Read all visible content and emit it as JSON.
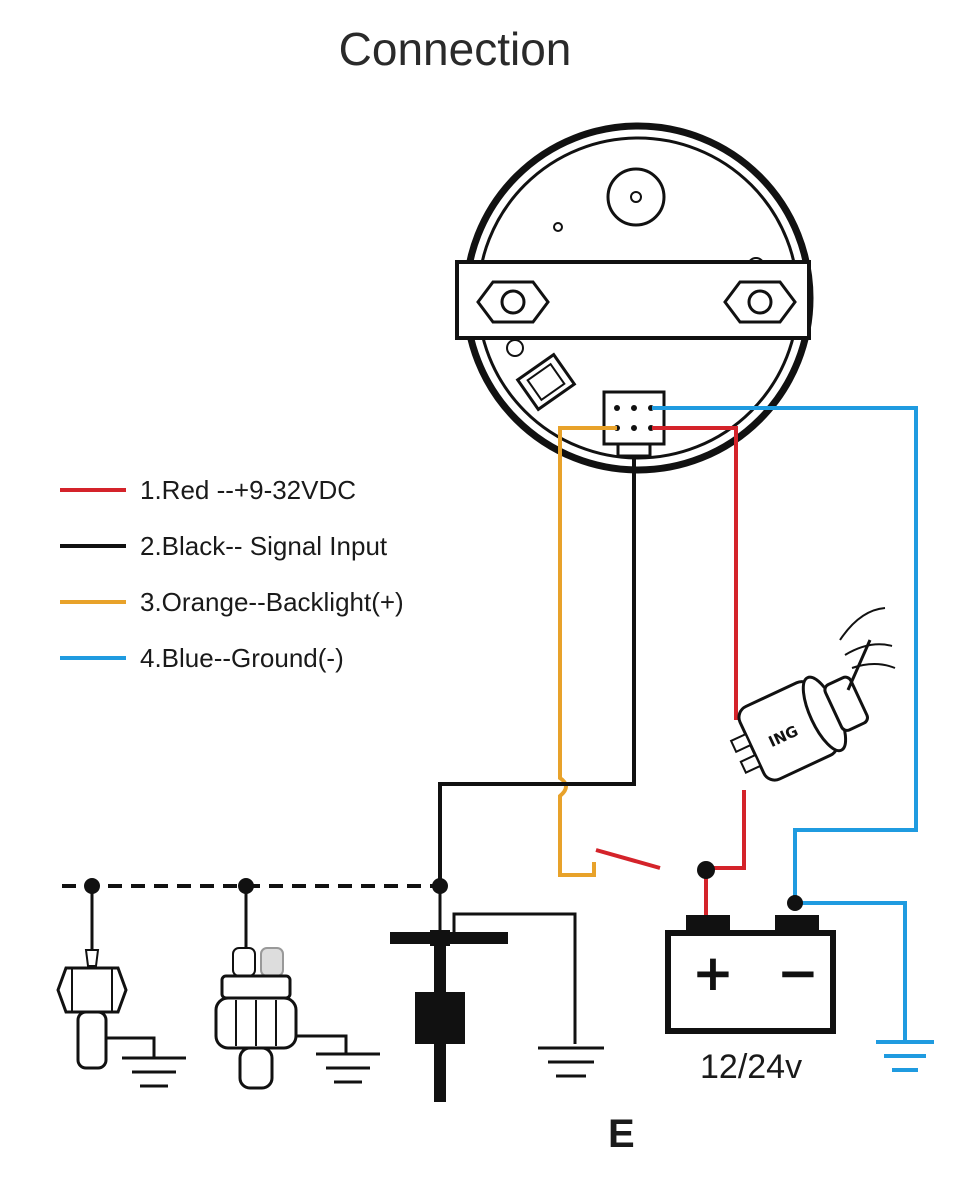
{
  "title": "Connection",
  "legend": [
    {
      "label": "1.Red --+9-32VDC",
      "color": "#d4232a"
    },
    {
      "label": "2.Black-- Signal Input",
      "color": "#111111"
    },
    {
      "label": "3.Orange--Backlight(+)",
      "color": "#e8a22a"
    },
    {
      "label": "4.Blue--Ground(-)",
      "color": "#1f9be0"
    }
  ],
  "battery": {
    "voltage": "12/24v",
    "plus": "+",
    "minus": "−"
  },
  "ignition_switch": {
    "label": "ING"
  },
  "ground_label": "E"
}
